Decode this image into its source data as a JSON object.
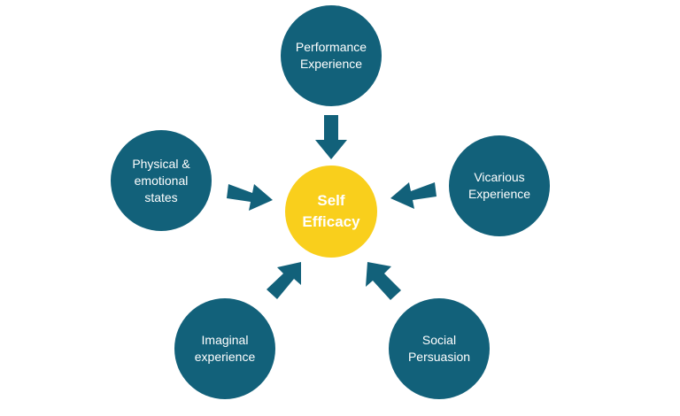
{
  "colors": {
    "node": "#12617a",
    "center": "#f9cf1c",
    "arrow": "#12617a"
  },
  "center": {
    "label": "Self\nEfficacy"
  },
  "nodes": [
    {
      "key": "performance",
      "label": "Performance\nExperience"
    },
    {
      "key": "vicarious",
      "label": "Vicarious\nExperience"
    },
    {
      "key": "social",
      "label": "Social\nPersuasion"
    },
    {
      "key": "imaginal",
      "label": "Imaginal\nexperience"
    },
    {
      "key": "physical",
      "label": "Physical &\nemotional\nstates"
    }
  ]
}
